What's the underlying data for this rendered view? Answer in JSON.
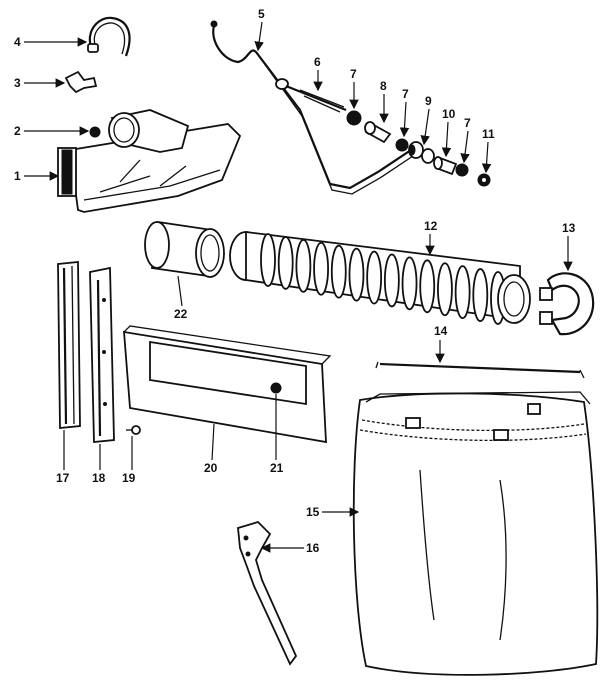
{
  "diagram": {
    "callouts": [
      {
        "id": "1",
        "label": "1"
      },
      {
        "id": "2",
        "label": "2"
      },
      {
        "id": "3",
        "label": "3"
      },
      {
        "id": "4",
        "label": "4"
      },
      {
        "id": "5",
        "label": "5"
      },
      {
        "id": "6",
        "label": "6"
      },
      {
        "id": "7a",
        "label": "7"
      },
      {
        "id": "8",
        "label": "8"
      },
      {
        "id": "7b",
        "label": "7"
      },
      {
        "id": "9",
        "label": "9"
      },
      {
        "id": "10",
        "label": "10"
      },
      {
        "id": "7c",
        "label": "7"
      },
      {
        "id": "11",
        "label": "11"
      },
      {
        "id": "12",
        "label": "12"
      },
      {
        "id": "13",
        "label": "13"
      },
      {
        "id": "14",
        "label": "14"
      },
      {
        "id": "15",
        "label": "15"
      },
      {
        "id": "16",
        "label": "16"
      },
      {
        "id": "17",
        "label": "17"
      },
      {
        "id": "18",
        "label": "18"
      },
      {
        "id": "19",
        "label": "19"
      },
      {
        "id": "20",
        "label": "20"
      },
      {
        "id": "21",
        "label": "21"
      },
      {
        "id": "22",
        "label": "22"
      }
    ]
  }
}
